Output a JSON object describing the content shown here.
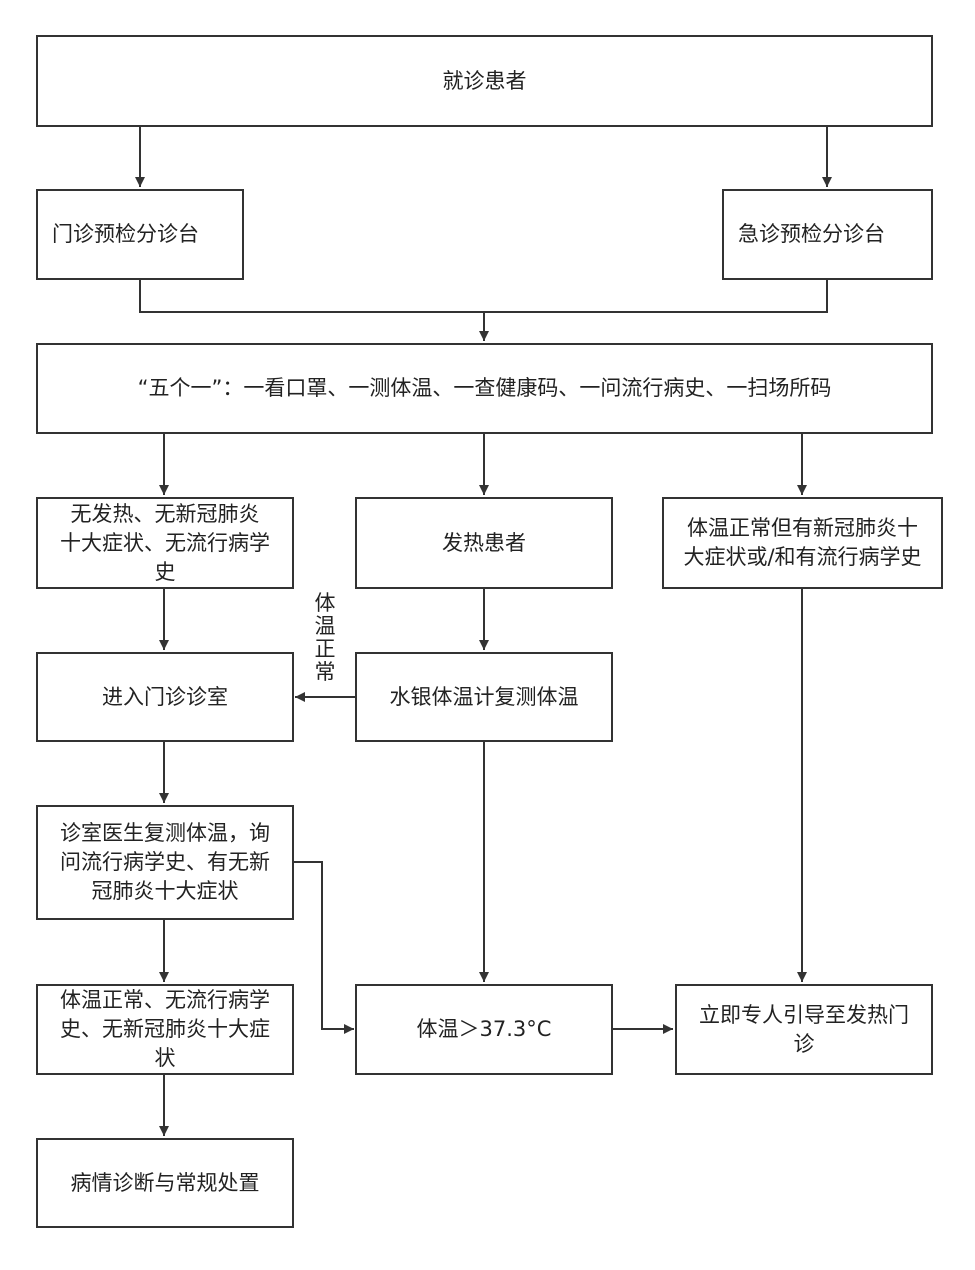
{
  "nodes": {
    "patient": "就诊患者",
    "outpatient_triage": "门诊预检分诊台",
    "emergency_triage": "急诊预检分诊台",
    "five_ones": "“五个一”：一看口罩、一测体温、一查健康码、一问流行病史、一扫场所码",
    "no_fever": "无发热、无新冠肺炎\n十大症状、无流行病学史",
    "fever_patient": "发热患者",
    "normal_temp_symptoms": "体温正常但有新冠肺炎十\n大症状或/和有流行病学史",
    "enter_clinic": "进入门诊诊室",
    "mercury_retest": "水银体温计复测体温",
    "doctor_retest": "诊室医生复测体温，询\n问流行病学史、有无新\n冠肺炎十大症状",
    "temp_high": "体温＞37.3°C",
    "guide_fever_clinic": "立即专人引导至发热门诊",
    "all_normal": "体温正常、无流行病学\n史、无新冠肺炎十大症状",
    "diagnosis": "病情诊断与常规处置"
  },
  "edge_labels": {
    "temp_normal": "体\n温\n正\n常"
  }
}
